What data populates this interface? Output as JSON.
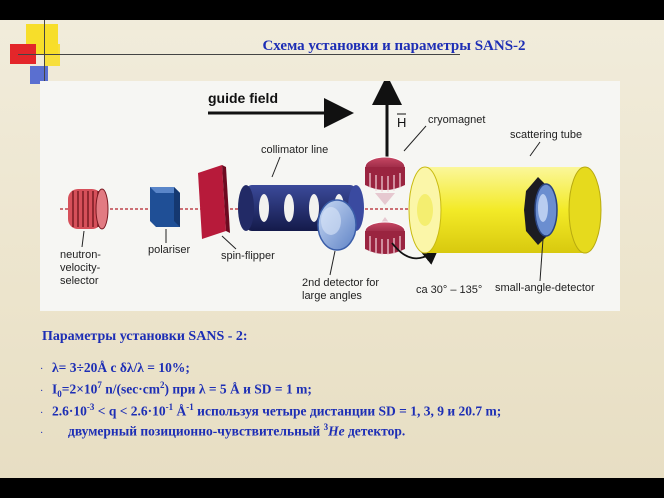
{
  "slide": {
    "title": "Схема установки и параметры SANS-2"
  },
  "diagram": {
    "labels": {
      "guide_field": "guide field",
      "h_vector": "H",
      "cryomagnet": "cryomagnet",
      "collimator_line": "collimator line",
      "scattering_tube": "scattering tube",
      "selector_1": "neutron-",
      "selector_2": "velocity-",
      "selector_3": "selector",
      "polariser": "polariser",
      "spin_flipper": "spin-flipper",
      "detector2_1": "2nd detector for",
      "detector2_2": "large angles",
      "angle_range": "ca 30° – 135°",
      "small_angle_detector": "small-angle-detector"
    }
  },
  "params": {
    "heading": "Параметры установки SANS - 2:",
    "bullet": "·",
    "item1": "λ= 3÷20Å  с δλ/λ = 10%;",
    "item2": {
      "pre": "I",
      "sub": "0",
      "mid": "=2×10",
      "sup": "7",
      "mid2": " n/(sec·cm",
      "sup2": "2",
      "post": ")  при λ = 5 Å и SD = 1 m;"
    },
    "item3": {
      "p1": "2.6·10",
      "s1": "-3",
      "p2": " < q < 2.6·10",
      "s2": "-1",
      "p3": "  Å",
      "s3": "-1",
      "p4": " используя четыре дистанции SD = 1, 3, 9 и 20.7 m;"
    },
    "item4": {
      "p1": "двумерный позиционно-чувствительный ",
      "sup": "3",
      "p2": "He",
      "p3": " детектор."
    }
  }
}
